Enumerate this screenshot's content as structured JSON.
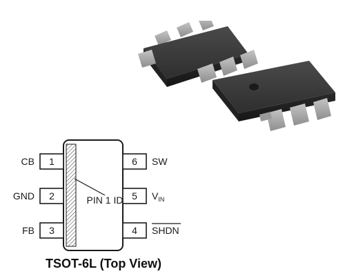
{
  "package_render": {
    "body_color": "#3a3a3a",
    "lead_color": "#a8a8a8",
    "dot_color": "#1a1a1a"
  },
  "pinout": {
    "left_pins": [
      {
        "number": "1",
        "name": "CB"
      },
      {
        "number": "2",
        "name": "GND"
      },
      {
        "number": "3",
        "name": "FB"
      }
    ],
    "right_pins": [
      {
        "number": "6",
        "name": "SW"
      },
      {
        "number": "5",
        "name_main": "V",
        "name_sub": "IN"
      },
      {
        "number": "4",
        "name": "SHDN",
        "overline": true
      }
    ],
    "pin1_id_label": "PIN 1 ID",
    "body_color": "#ffffff",
    "stroke_color": "#1a1a1a"
  },
  "caption": "TSOT-6L (Top View)"
}
